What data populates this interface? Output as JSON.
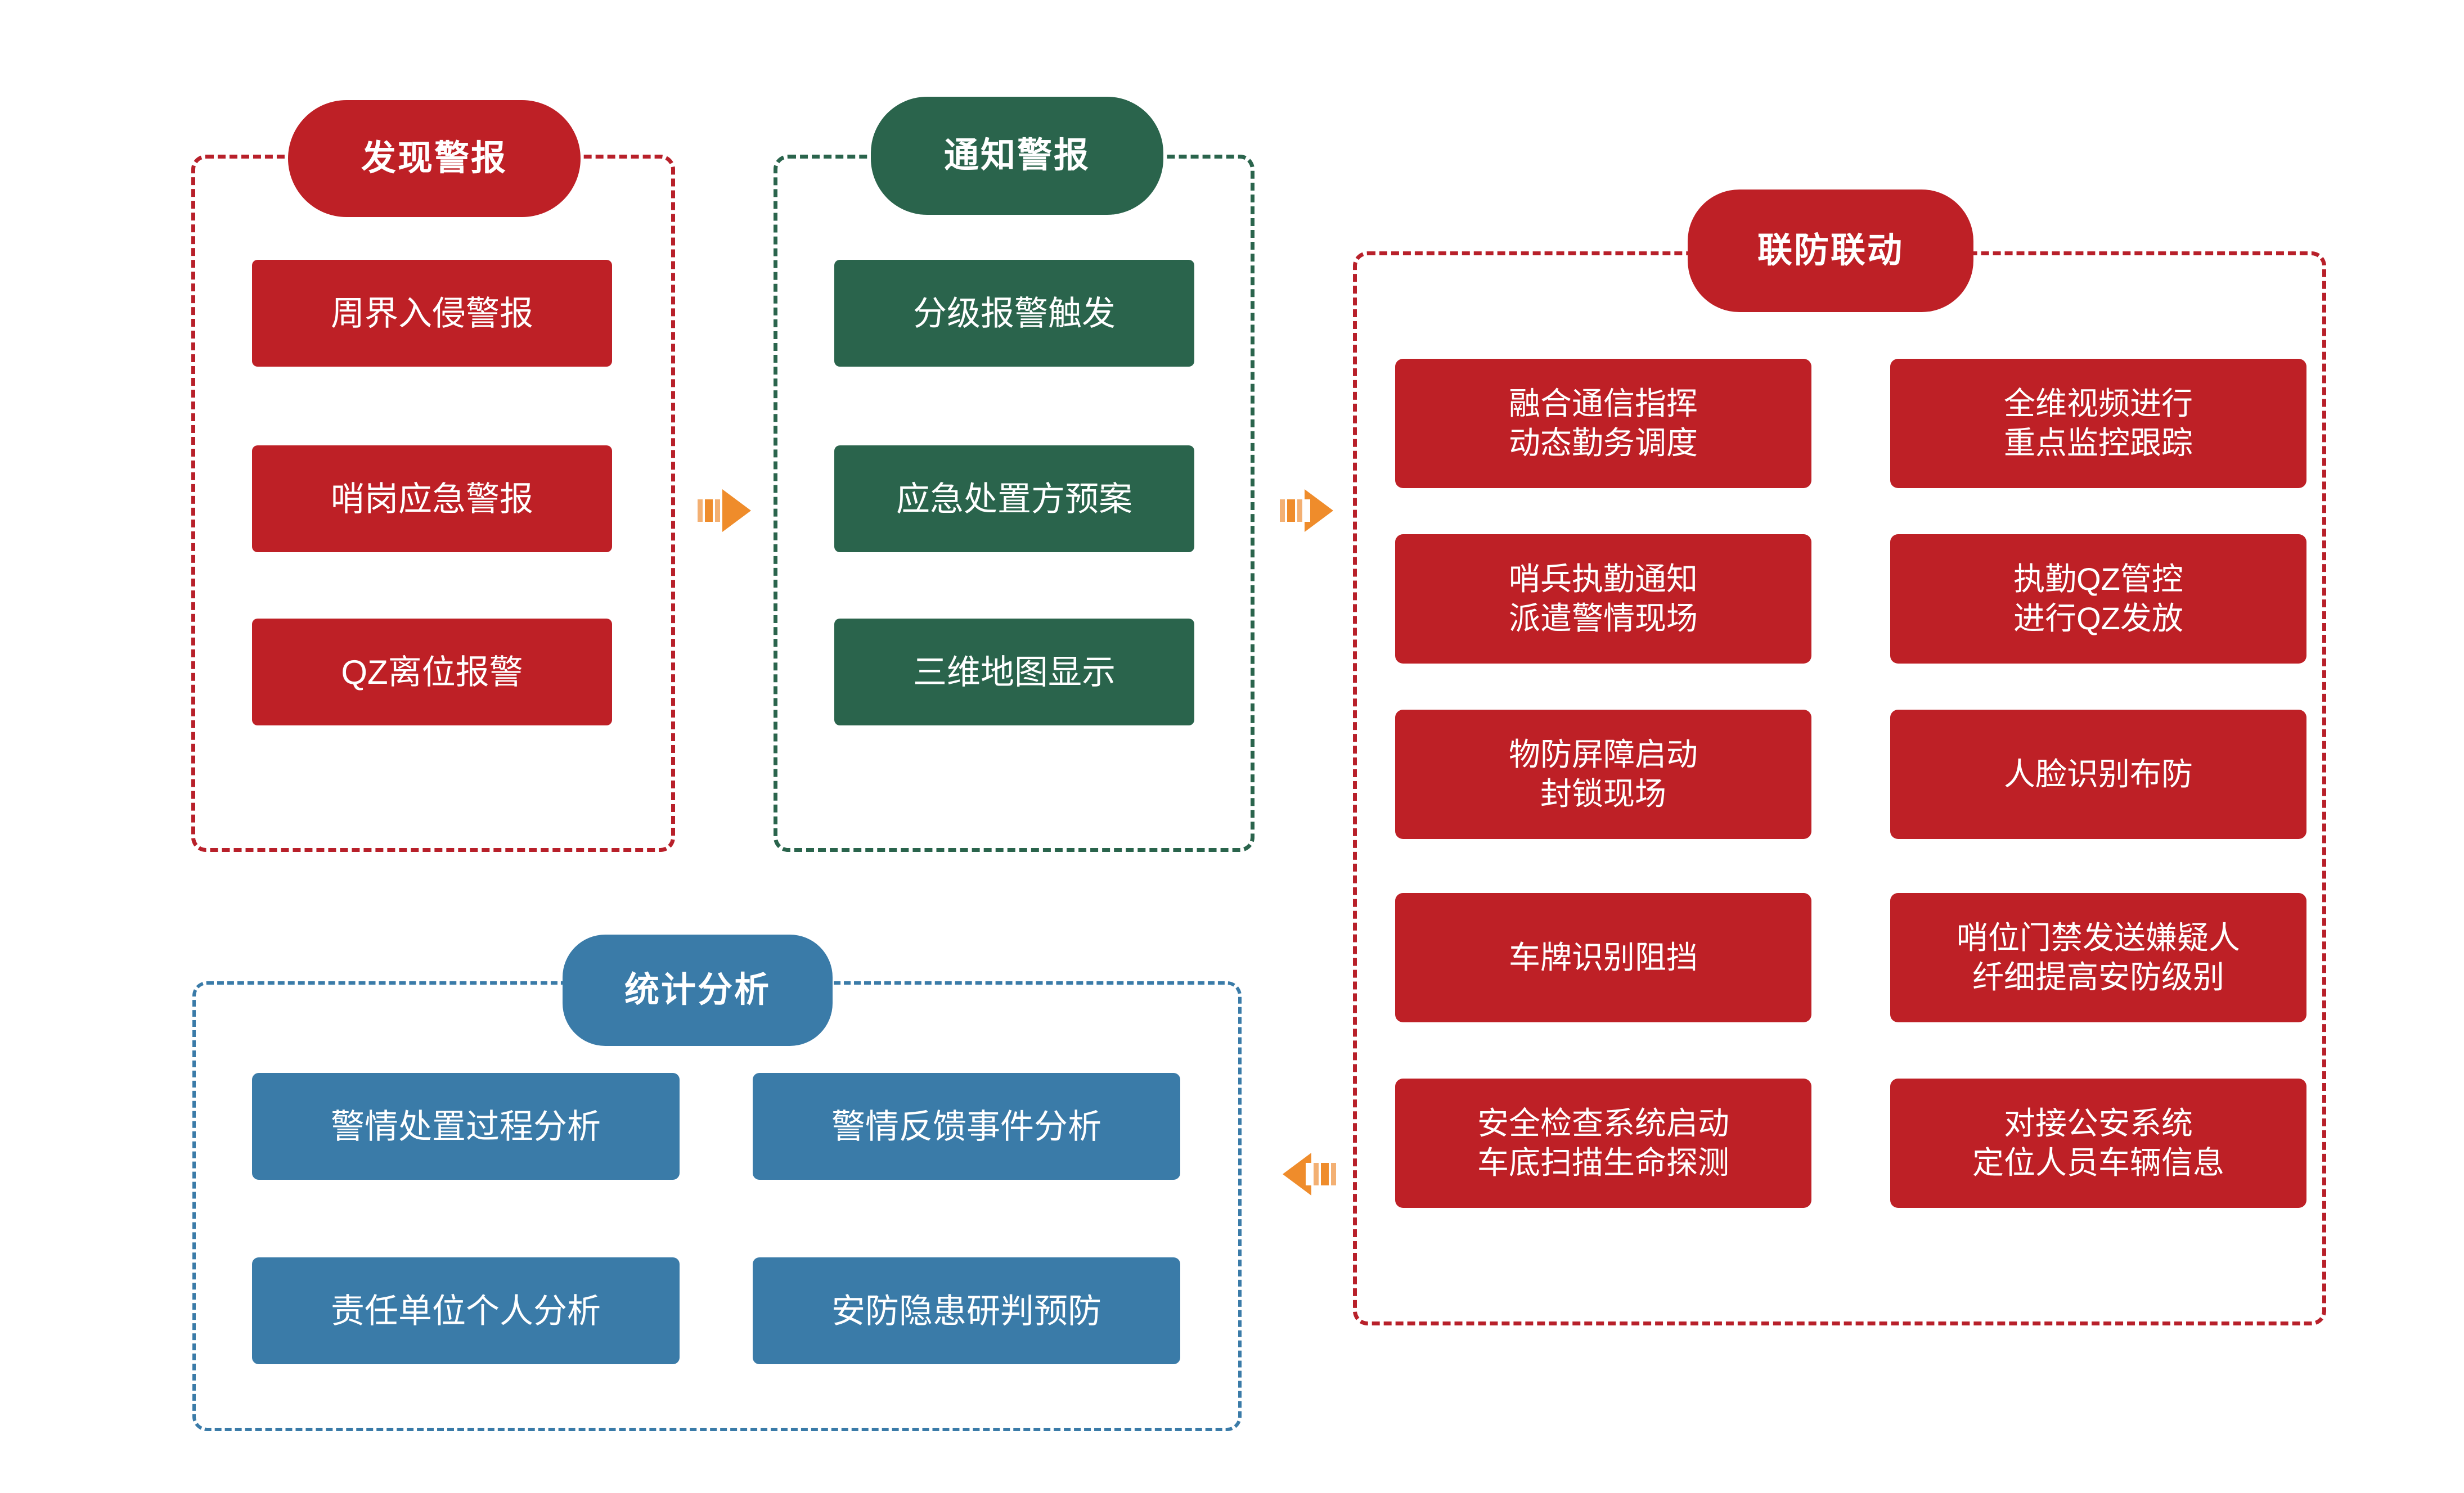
{
  "colors": {
    "red": "#BE2026",
    "green": "#2A644C",
    "blue": "#3A7BA8",
    "arrow_orange": "#EF8C2B",
    "panel_red_border": "#B8202A",
    "panel_green_border": "#2A644C",
    "panel_blue_border": "#3A7BA8",
    "text_on_fill": "#FFFFFF",
    "background": "#FFFFFF"
  },
  "groups": {
    "discover_alarm": {
      "title": "发现警报",
      "accent": "red",
      "items": [
        {
          "label": "周界入侵警报"
        },
        {
          "label": "哨岗应急警报"
        },
        {
          "label": "QZ离位报警"
        }
      ]
    },
    "notify_alarm": {
      "title": "通知警报",
      "accent": "green",
      "items": [
        {
          "label": "分级报警触发"
        },
        {
          "label": "应急处置方预案"
        },
        {
          "label": "三维地图显示"
        }
      ]
    },
    "joint_defense": {
      "title": "联防联动",
      "accent": "red",
      "items": [
        {
          "label": "融合通信指挥\n动态勤务调度"
        },
        {
          "label": "全维视频进行\n重点监控跟踪"
        },
        {
          "label": "哨兵执勤通知\n派遣警情现场"
        },
        {
          "label": "执勤QZ管控\n进行QZ发放"
        },
        {
          "label": "物防屏障启动\n封锁现场"
        },
        {
          "label": "人脸识别布防"
        },
        {
          "label": "车牌识别阻挡"
        },
        {
          "label": "哨位门禁发送嫌疑人\n纤细提高安防级别"
        },
        {
          "label": "安全检查系统启动\n车底扫描生命探测"
        },
        {
          "label": "对接公安系统\n定位人员车辆信息"
        }
      ]
    },
    "statistics": {
      "title": "统计分析",
      "accent": "blue",
      "items": [
        {
          "label": "警情处置过程分析"
        },
        {
          "label": "警情反馈事件分析"
        },
        {
          "label": "责任单位个人分析"
        },
        {
          "label": "安防隐患研判预防"
        }
      ]
    }
  },
  "connectors": [
    {
      "name": "arrow-discover-to-notify",
      "direction": "right"
    },
    {
      "name": "arrow-notify-to-joint",
      "direction": "right"
    },
    {
      "name": "arrow-joint-to-statistics",
      "direction": "left"
    }
  ]
}
